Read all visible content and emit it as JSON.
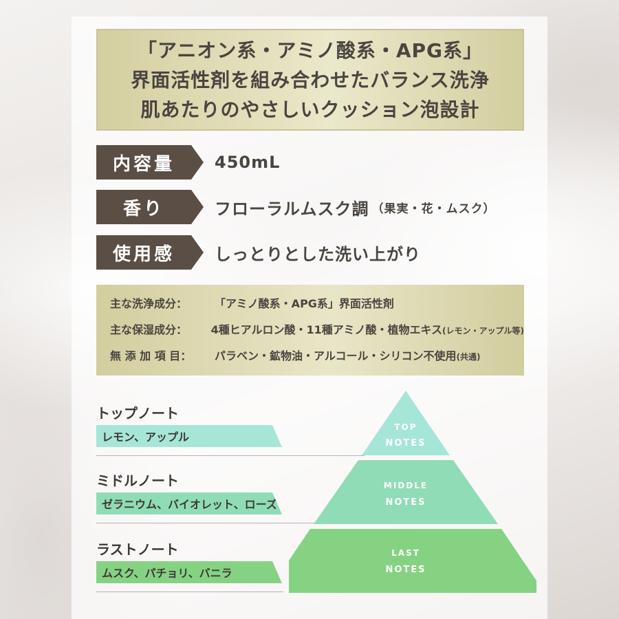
{
  "header": {
    "lines": [
      "「アニオン系・アミノ酸系・APG系」",
      "界面活性剤を組み合わせたバランス洗浄",
      "肌あたりのやさしいクッション泡設計"
    ]
  },
  "specs": [
    {
      "label": "内容量",
      "value": "450mL",
      "note": ""
    },
    {
      "label": "香り",
      "value": "フローラルムスク調",
      "note": "（果実・花・ムスク）"
    },
    {
      "label": "使用感",
      "value": "しっとりとした洗い上がり",
      "note": ""
    }
  ],
  "ingredients": [
    {
      "label": "主な洗浄成分：",
      "value": "「アミノ酸系・APG系」界面活性剤",
      "note": ""
    },
    {
      "label": "主な保湿成分：",
      "value": "4種ヒアルロン酸・11種アミノ酸・植物エキス",
      "note": "(レモン・アップル等)"
    },
    {
      "label": "無 添 加 項 目：",
      "value": "パラベン・鉱物油・アルコール・シリコン不使用",
      "note": "(共通)"
    }
  ],
  "notes": [
    {
      "title": "トップノート",
      "items": "レモン、アップル",
      "pyramid_line1": "TOP",
      "pyramid_line2": "NOTES",
      "color": "#a6e6d8"
    },
    {
      "title": "ミドルノート",
      "items": "ゼラニウム、バイオレット、ローズ",
      "pyramid_line1": "MIDDLE",
      "pyramid_line2": "NOTES",
      "color": "#8fdcb6"
    },
    {
      "title": "ラストノート",
      "items": "ムスク、パチョリ、バニラ",
      "pyramid_line1": "LAST",
      "pyramid_line2": "NOTES",
      "color": "#86d283"
    }
  ],
  "colors": {
    "label_bg": "#5a4e45",
    "header_gold": "#ddd8ad",
    "pyramid_text": "#ffffff"
  }
}
